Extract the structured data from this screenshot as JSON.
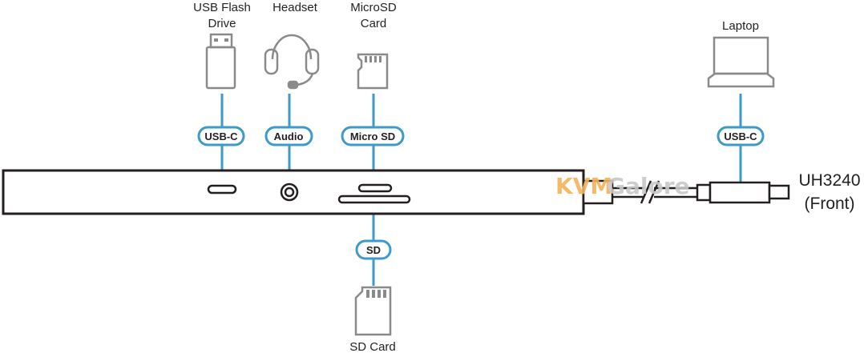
{
  "device": {
    "name": "UH3240",
    "side": "(Front)"
  },
  "devices": {
    "usb_flash_drive": [
      "USB Flash",
      "Drive"
    ],
    "headset": "Headset",
    "microsd_card": [
      "MicroSD",
      "Card"
    ],
    "laptop": "Laptop",
    "sd_card": "SD Card"
  },
  "ports": {
    "usb_c": "USB-C",
    "audio": "Audio",
    "micro_sd": "Micro SD",
    "sd": "SD",
    "usb_c_host": "USB-C"
  },
  "watermark": {
    "part1": "KVM",
    "part2": "Galore"
  },
  "colors": {
    "line": "#231f20",
    "connector": "#3d9ac9",
    "icon": "#8a8a8a",
    "watermark_orange": "#f2b35a",
    "watermark_gray": "#c8c8c8"
  }
}
